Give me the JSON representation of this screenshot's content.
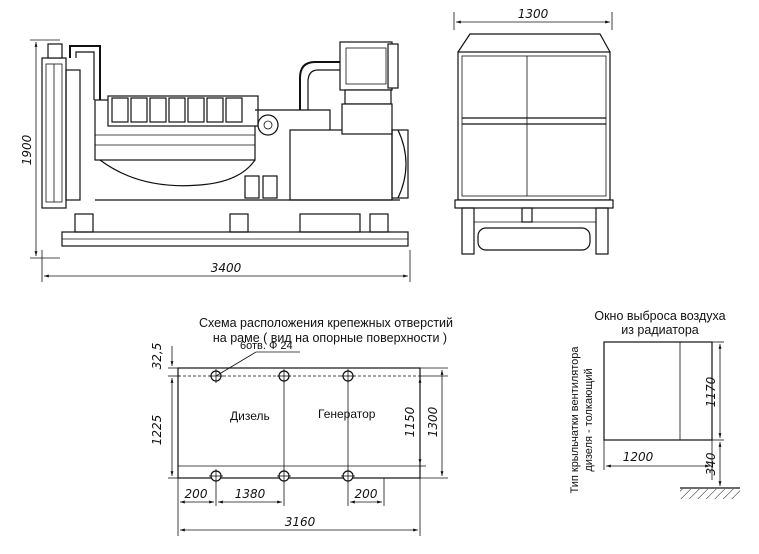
{
  "side_view": {
    "width_label": "3400",
    "height_label": "1900"
  },
  "front_view": {
    "width_label": "1300"
  },
  "mounting_plan": {
    "title_line1": "Схема расположения крепежных отверстий",
    "title_line2": "на раме ( вид на опорные поверхности )",
    "hole_spec": "6отв. Ф 24",
    "label_diesel": "Дизель",
    "label_generator": "Генератор",
    "dim_top_offset": "32,5",
    "dim_left_height": "1225",
    "dim_inner_height": "1150",
    "dim_outer_height": "1300",
    "dim_bottom_left": "200",
    "dim_bottom_mid": "1380",
    "dim_bottom_right": "200",
    "dim_total_width": "3160"
  },
  "radiator_outlet": {
    "title_line1": "Окно выброса воздуха",
    "title_line2": "из радиатора",
    "fan_type_line1": "Тип крыльчатки вентилятора",
    "fan_type_line2": "дизеля - толкающий",
    "dim_width": "1200",
    "dim_height": "1170",
    "dim_floor": "340"
  }
}
